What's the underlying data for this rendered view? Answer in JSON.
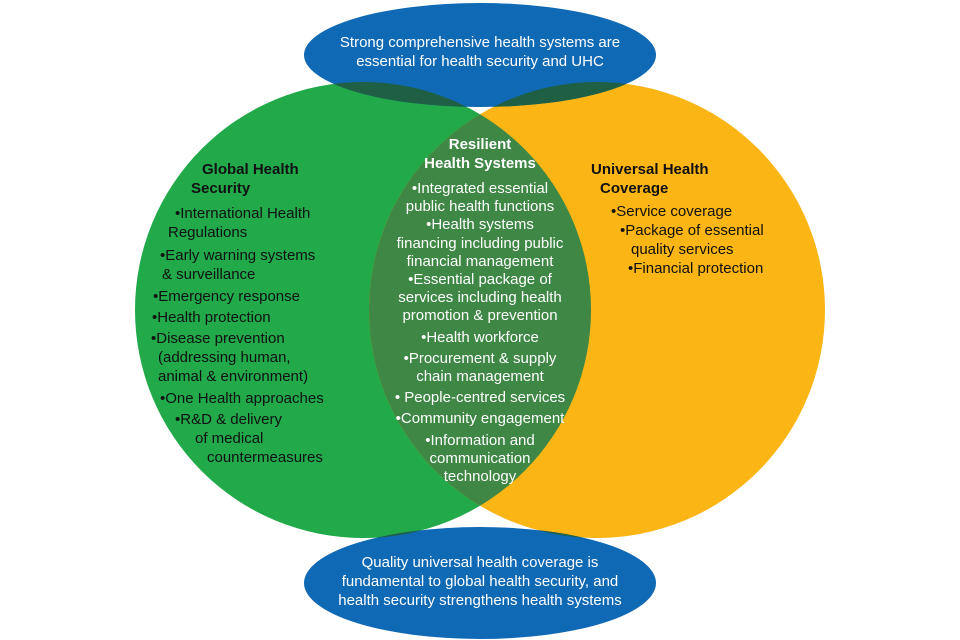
{
  "colors": {
    "global_security": "#21A94A",
    "uhc": "#FBB515",
    "resilient_overlap": "#3E8744",
    "banner": "#1069B4",
    "banner_overlap": "#1F5F44"
  },
  "top_banner": {
    "line1": "Strong comprehensive health systems are",
    "line2": "essential for health security and UHC"
  },
  "bottom_banner": {
    "line1": "Quality universal health coverage is",
    "line2": "fundamental to global health security, and",
    "line3": "health security strengthens health systems"
  },
  "global_health_security": {
    "title1": "Global Health",
    "title2": "Security",
    "items": [
      "•International Health",
      "Regulations",
      "•Early warning systems",
      "& surveillance",
      "•Emergency response",
      "•Health protection",
      "•Disease prevention",
      "(addressing human,",
      "animal & environment)",
      "•One Health approaches",
      "•R&D & delivery",
      "of medical",
      "countermeasures"
    ]
  },
  "resilient_health_systems": {
    "title1": "Resilient",
    "title2": "Health Systems",
    "items": [
      "•Integrated essential",
      "public health functions",
      "•Health systems",
      "financing including public",
      "financial management",
      "•Essential package of",
      "services including health",
      "promotion & prevention",
      "•Health workforce",
      "•Procurement & supply",
      "chain management",
      "• People-centred services",
      "•Community engagement",
      "•Information and",
      "communication",
      "technology"
    ]
  },
  "universal_health_coverage": {
    "title1": "Universal Health",
    "title2": "Coverage",
    "items": [
      "•Service coverage",
      "•Package of essential",
      "quality services",
      "•Financial protection"
    ]
  }
}
